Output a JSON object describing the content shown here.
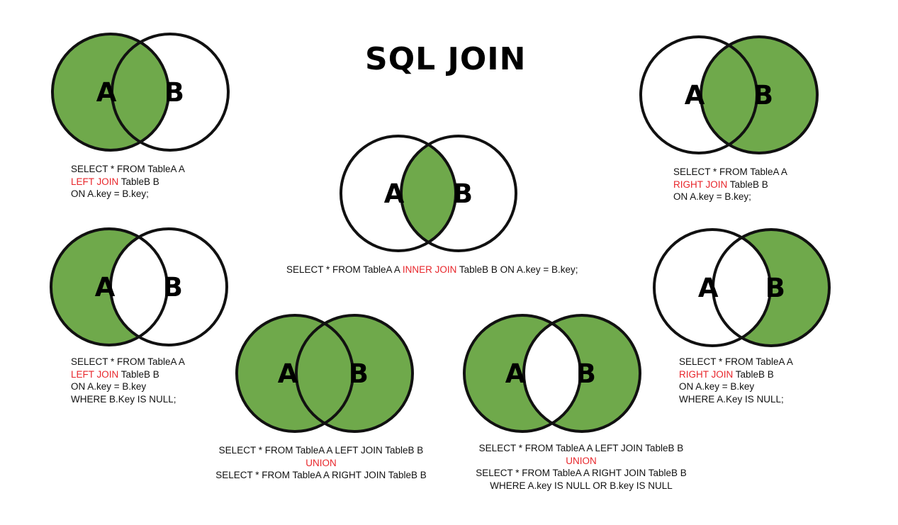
{
  "title": "SQL JOIN",
  "colors": {
    "fill": "#6fa94b",
    "stroke": "#111111",
    "keyword": "#e8262b",
    "background": "#ffffff"
  },
  "labels": {
    "a": "A",
    "b": "B"
  },
  "diagrams": {
    "left_join": {
      "query": [
        {
          "text": "SELECT * FROM TableA A"
        },
        {
          "keyword": "LEFT JOIN",
          "text": " TableB B"
        },
        {
          "text": "ON A.key = B.key;"
        }
      ]
    },
    "inner_join": {
      "query": [
        {
          "text": "SELECT * FROM TableA A ",
          "keyword": "INNER JOIN",
          "after": " TableB B ON A.key = B.key;"
        }
      ]
    },
    "right_join": {
      "query": [
        {
          "text": "SELECT * FROM TableA A"
        },
        {
          "keyword": "RIGHT JOIN",
          "text": " TableB B"
        },
        {
          "text": "ON A.key = B.key;"
        }
      ]
    },
    "left_only": {
      "query": [
        {
          "text": "SELECT * FROM TableA A"
        },
        {
          "keyword": "LEFT JOIN",
          "text": " TableB B"
        },
        {
          "text": "ON A.key = B.key"
        },
        {
          "text": "WHERE B.Key IS NULL;"
        }
      ]
    },
    "full_outer": {
      "query": [
        {
          "text": "SELECT * FROM TableA A LEFT JOIN TableB B"
        },
        {
          "keyword": "UNION"
        },
        {
          "text": "SELECT * FROM TableA A RIGHT JOIN TableB B"
        }
      ]
    },
    "full_outer_exclusive": {
      "query": [
        {
          "text": "SELECT * FROM TableA A LEFT JOIN TableB B"
        },
        {
          "keyword": "UNION"
        },
        {
          "text": "SELECT * FROM TableA A RIGHT JOIN TableB B"
        },
        {
          "text": "WHERE A.key IS NULL OR B.key IS NULL"
        }
      ]
    },
    "right_only": {
      "query": [
        {
          "text": "SELECT * FROM TableA A"
        },
        {
          "keyword": "RIGHT JOIN",
          "text": " TableB B"
        },
        {
          "text": "ON A.key = B.key"
        },
        {
          "text": "WHERE A.Key IS NULL;"
        }
      ]
    }
  }
}
